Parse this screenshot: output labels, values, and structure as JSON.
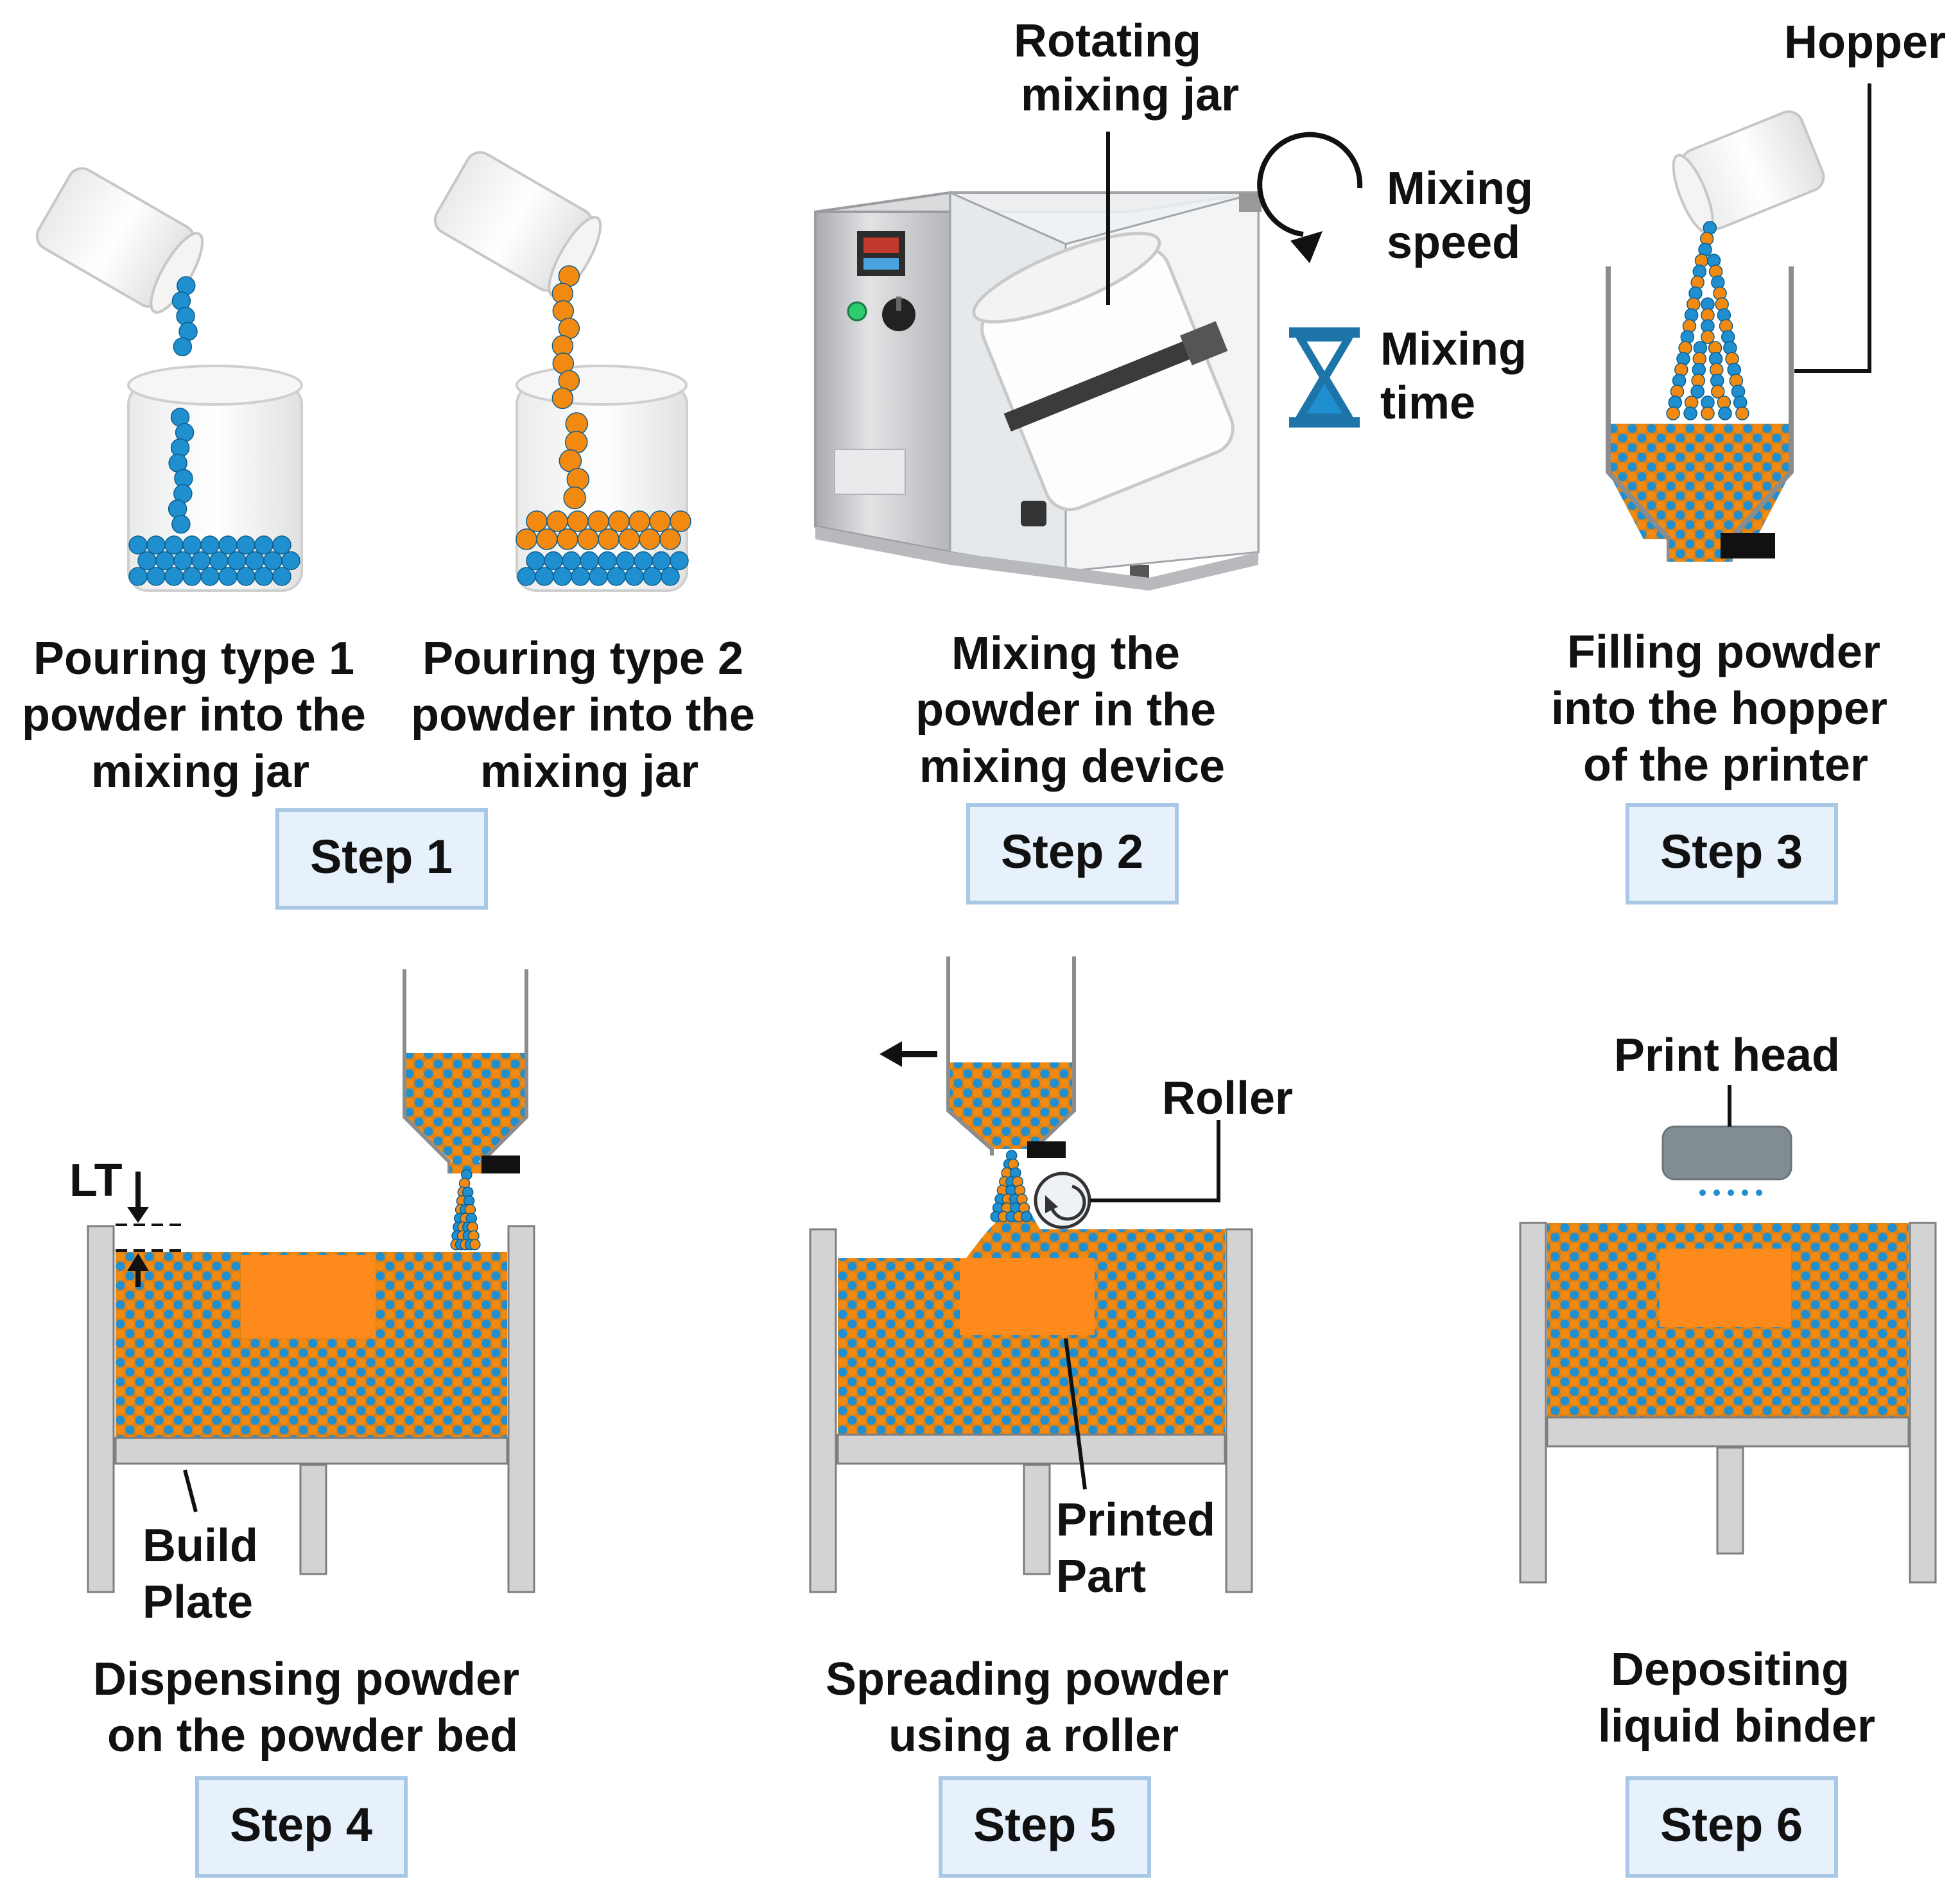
{
  "diagram": {
    "step1": {
      "caption_type1": [
        "Pouring type 1",
        "powder into the",
        "mixing jar"
      ],
      "caption_type2": [
        "Pouring type 2",
        "powder into the",
        "mixing jar"
      ],
      "badge": "Step 1"
    },
    "step2": {
      "label_jar": [
        "Rotating",
        "mixing jar"
      ],
      "label_speed": [
        "Mixing",
        "speed"
      ],
      "label_time": [
        "Mixing",
        "time"
      ],
      "caption": [
        "Mixing the",
        "powder in the",
        "mixing device"
      ],
      "badge": "Step 2"
    },
    "step3": {
      "label_hopper": "Hopper",
      "caption": [
        "Filling powder",
        "into the hopper",
        "of the printer"
      ],
      "badge": "Step 3"
    },
    "step4": {
      "label_lt": "LT",
      "label_plate": [
        "Build",
        "Plate"
      ],
      "caption": [
        "Dispensing powder",
        "on the powder bed"
      ],
      "badge": "Step 4"
    },
    "step5": {
      "label_roller": "Roller",
      "label_part": [
        "Printed",
        "Part"
      ],
      "caption": [
        "Spreading powder",
        "using a roller"
      ],
      "badge": "Step 5"
    },
    "step6": {
      "label_printhead": "Print head",
      "caption": [
        "Depositing",
        "liquid binder"
      ],
      "badge": "Step 6"
    }
  },
  "colors": {
    "powder_blue": "#1f8fcf",
    "powder_orange": "#f28a12",
    "part_orange": "#ff8a1c",
    "badge_fill": "#e6f1fb",
    "badge_stroke": "#a9c8e6",
    "frame_gray": "#d3d3d3",
    "frame_stroke": "#7e7e7e",
    "steel": "#c8c9cc"
  }
}
